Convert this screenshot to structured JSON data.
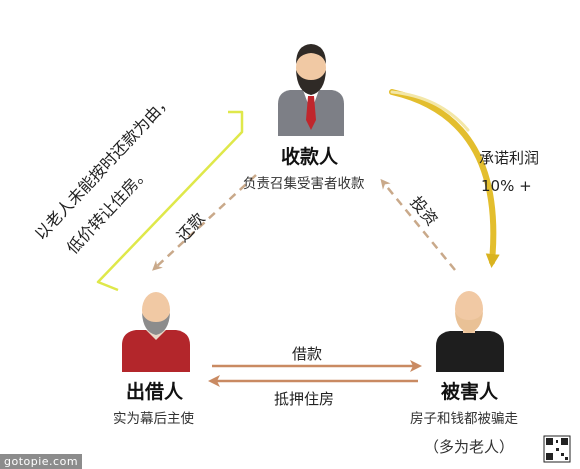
{
  "collector": {
    "title": "收款人",
    "subtitle": "负责召集受害者收款"
  },
  "lender": {
    "title": "出借人",
    "subtitle": "实为幕后主使"
  },
  "victim": {
    "title": "被害人",
    "subtitle": "房子和钱都被骗走",
    "note": "（多为老人）"
  },
  "edges": {
    "repay": "还款",
    "invest": "投资",
    "promise": "承诺利润",
    "rate": "10% +",
    "borrow": "借款",
    "mortgage": "抵押住房"
  },
  "bracket_text": {
    "line1": "以老人未能按时还款为由，",
    "line2": "低价转让住房。"
  },
  "watermark": "gotopie.com",
  "colors": {
    "gold": "#e3be2d",
    "yellow_line": "#dfe84a",
    "dash_arrow": "#c9a98a",
    "solid_arrow": "#c98a62",
    "suit": "#7d7f86",
    "red_shirt": "#b3262b",
    "black_shirt": "#1e1e1e",
    "skin": "#f1c9a4",
    "beard": "#2f2a26"
  }
}
